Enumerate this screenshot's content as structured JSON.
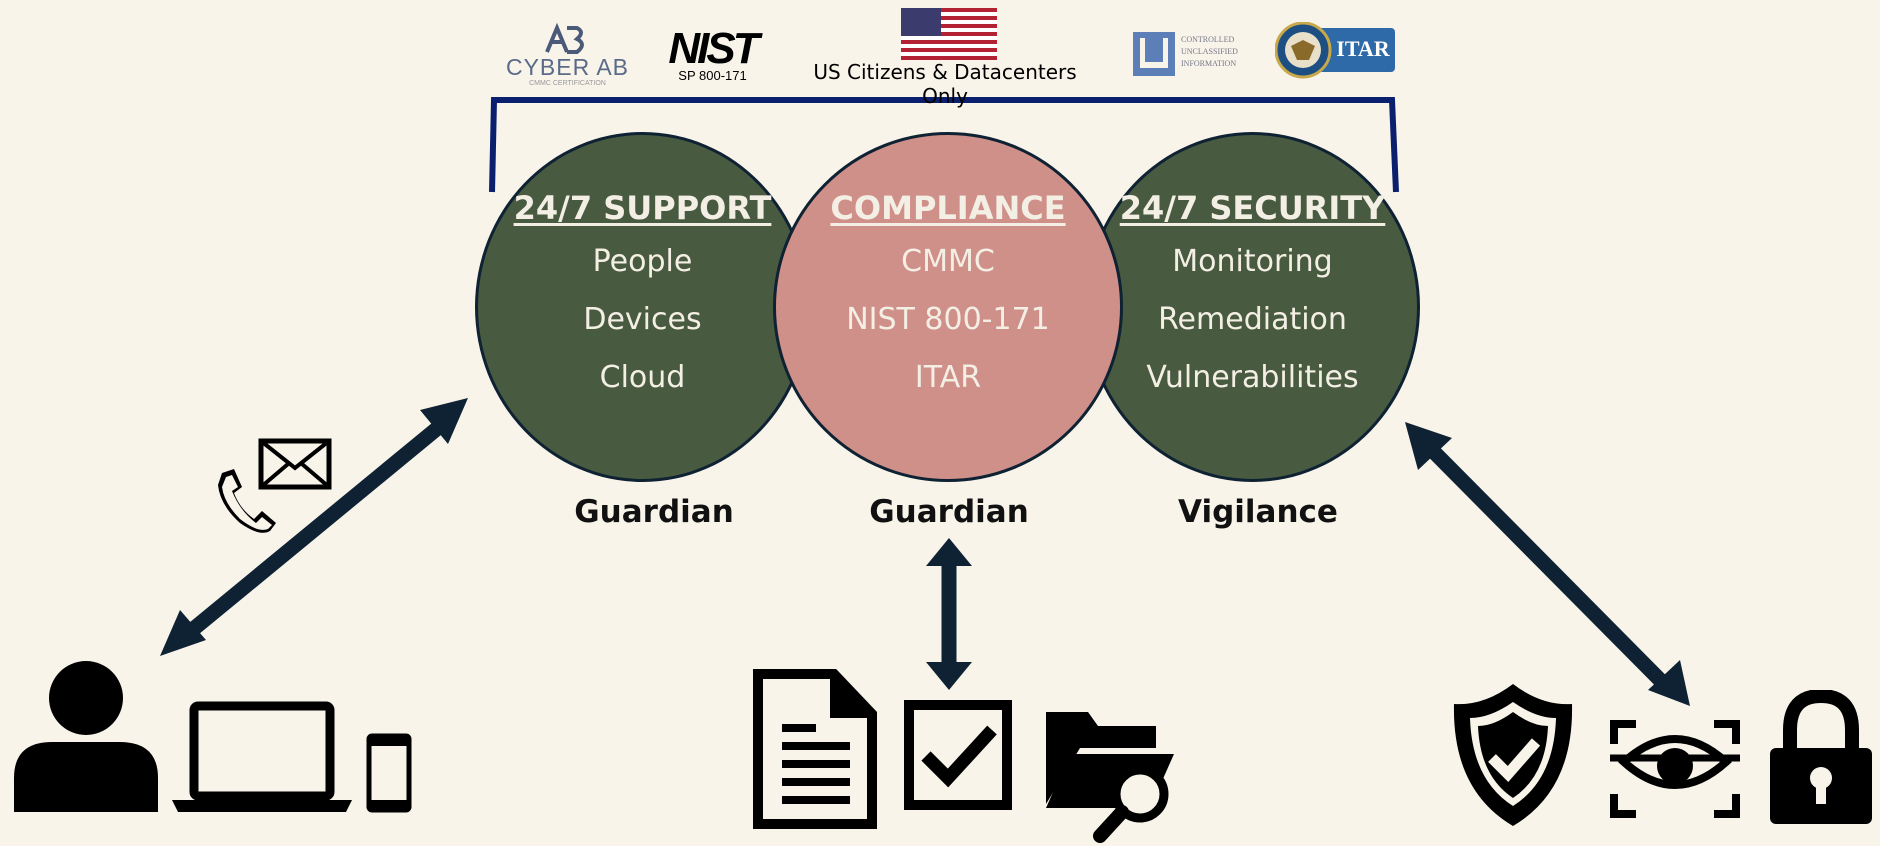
{
  "header": {
    "logos": [
      {
        "icon": "cyberab-logo",
        "text": "CYBER AB",
        "subtext": "CMMC CERTIFICATION"
      },
      {
        "icon": "nist-logo",
        "text": "NIST",
        "subtext": "SP 800-171"
      },
      {
        "icon": "us-flag-icon",
        "text": "US Citizens & Datacenters Only"
      },
      {
        "icon": "cui-logo",
        "text": "CONTROLLED UNCLASSIFIED INFORMATION"
      },
      {
        "icon": "itar-logo",
        "text": "ITAR"
      }
    ]
  },
  "circles": [
    {
      "title": "24/7 SUPPORT",
      "items": [
        "People",
        "Devices",
        "Cloud"
      ],
      "caption": "Guardian",
      "color": "#485a40"
    },
    {
      "title": "COMPLIANCE",
      "items": [
        "CMMC",
        "NIST 800-171",
        "ITAR"
      ],
      "caption": "Guardian",
      "color": "#d0908a"
    },
    {
      "title": "24/7 SECURITY",
      "items": [
        "Monitoring",
        "Remediation",
        "Vulnerabilities"
      ],
      "caption": "Vigilance",
      "color": "#485a40"
    }
  ],
  "icons": {
    "left_group": [
      "phone-icon",
      "mail-icon",
      "person-icon",
      "laptop-icon",
      "mobile-icon"
    ],
    "center_group": [
      "document-icon",
      "checkbox-icon",
      "folder-search-icon"
    ],
    "right_group": [
      "shield-check-icon",
      "eye-scan-icon",
      "lock-icon"
    ]
  },
  "colors": {
    "background": "#f8f4ea",
    "bracket": "#0a1f6e",
    "arrow": "#0e2233",
    "icon": "#000000"
  }
}
